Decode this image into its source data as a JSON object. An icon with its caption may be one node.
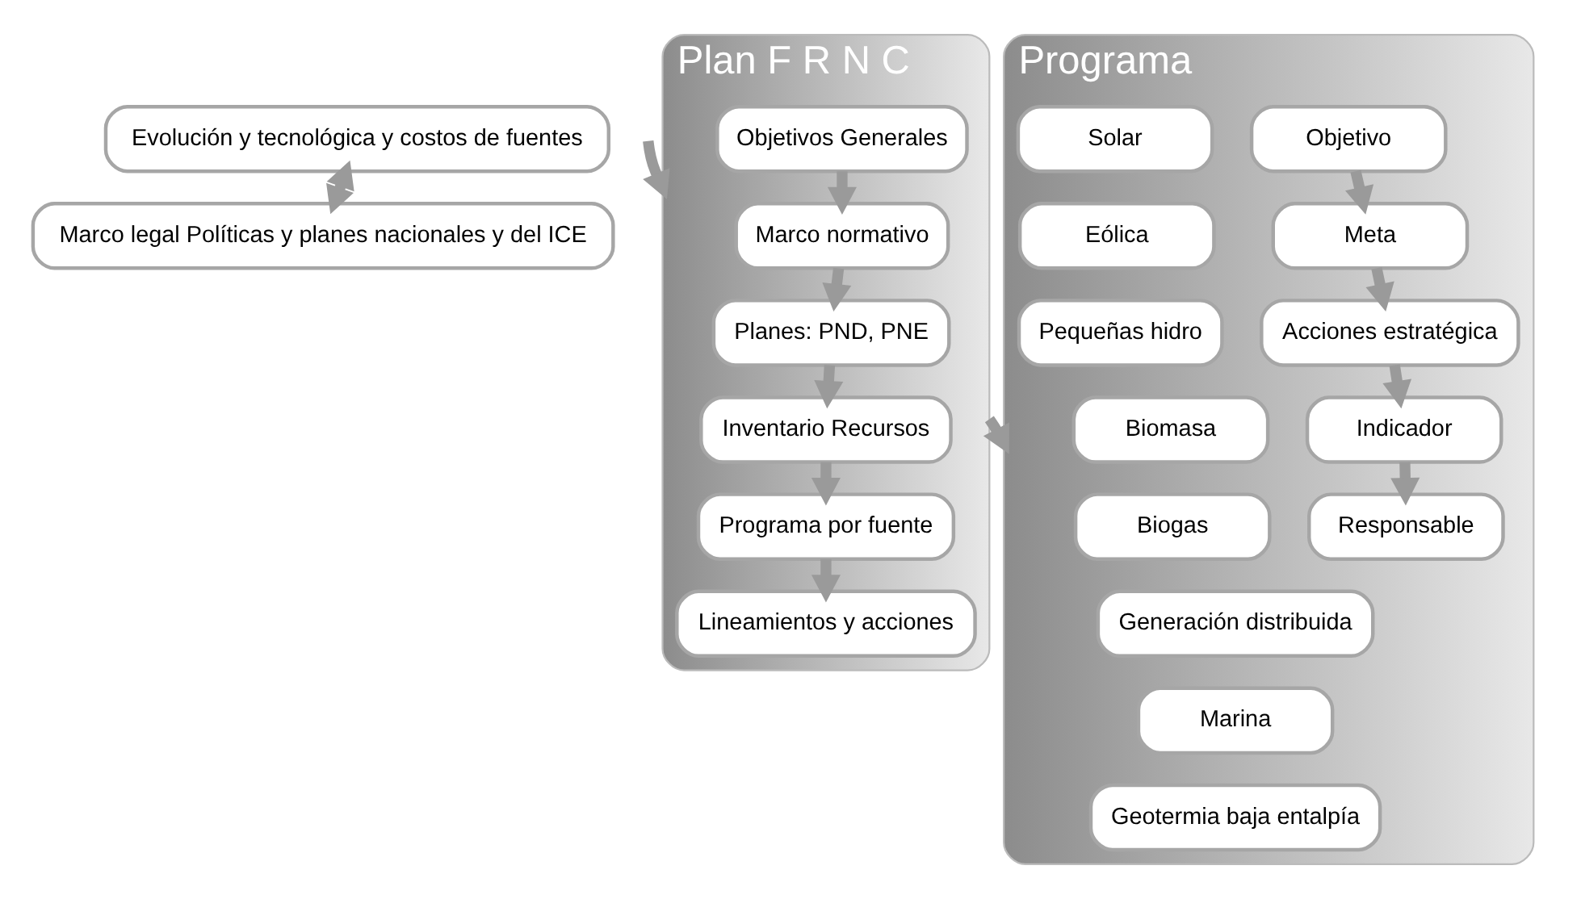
{
  "diagram": {
    "nodes": [
      {
        "text": [
          "Evolución y tecnológica y costos de fuentes"
        ]
      },
      {
        "text": [
          "Marco legal Políticas y planes nacionales y del ICE"
        ]
      },
      {
        "text": [
          "Plan F R N C"
        ]
      },
      {
        "text": [
          "Objetivos Generales"
        ],
        "in": 2
      },
      {
        "text": [
          "Marco normativo"
        ],
        "in": 2
      },
      {
        "text": [
          "Planes: PND, PNE"
        ],
        "in": 2
      },
      {
        "text": [
          "Inventario Recursos"
        ],
        "in": 2
      },
      {
        "text": [
          "Programa por fuente"
        ],
        "in": 2
      },
      {
        "text": [
          "Lineamientos y acciones"
        ],
        "in": 2
      },
      {
        "text": [
          "Programa"
        ]
      },
      {
        "text": [
          "Solar"
        ],
        "in": 9
      },
      {
        "text": [
          "Eólica"
        ],
        "in": 9
      },
      {
        "text": [
          "Pequeñas hidro"
        ],
        "in": 9
      },
      {
        "text": [
          "Biomasa"
        ],
        "in": 9
      },
      {
        "text": [
          "Biogas"
        ],
        "in": 9
      },
      {
        "text": [
          "Generación distribuida"
        ],
        "in": 9
      },
      {
        "text": [
          "Marina"
        ],
        "in": 9
      },
      {
        "text": [
          "Geotermia baja entalpía"
        ],
        "in": 9
      },
      {
        "text": [
          "Objetivo"
        ],
        "in": 9
      },
      {
        "text": [
          "Meta"
        ],
        "in": 9
      },
      {
        "text": [
          "Acciones estratégica"
        ],
        "in": 9
      },
      {
        "text": [
          "Indicador"
        ],
        "in": 9
      },
      {
        "text": [
          "Responsable"
        ],
        "in": 9
      }
    ],
    "edges": [
      {
        "from": 0,
        "to": 1,
        "arrow": "both"
      },
      {
        "from": null,
        "to": 2,
        "arrow": "to"
      },
      {
        "from": 3,
        "to": 4,
        "arrow": "to"
      },
      {
        "from": 4,
        "to": 5,
        "arrow": "to"
      },
      {
        "from": 5,
        "to": 6,
        "arrow": "to"
      },
      {
        "from": 6,
        "to": 7,
        "arrow": "to"
      },
      {
        "from": 7,
        "to": 8,
        "arrow": "to"
      },
      {
        "from": 2,
        "to": 9,
        "arrow": "to"
      },
      {
        "from": 18,
        "to": 19,
        "arrow": "to"
      },
      {
        "from": 19,
        "to": 20,
        "arrow": "to"
      },
      {
        "from": 20,
        "to": 21,
        "arrow": "to"
      },
      {
        "from": 21,
        "to": 22,
        "arrow": "to"
      }
    ]
  }
}
